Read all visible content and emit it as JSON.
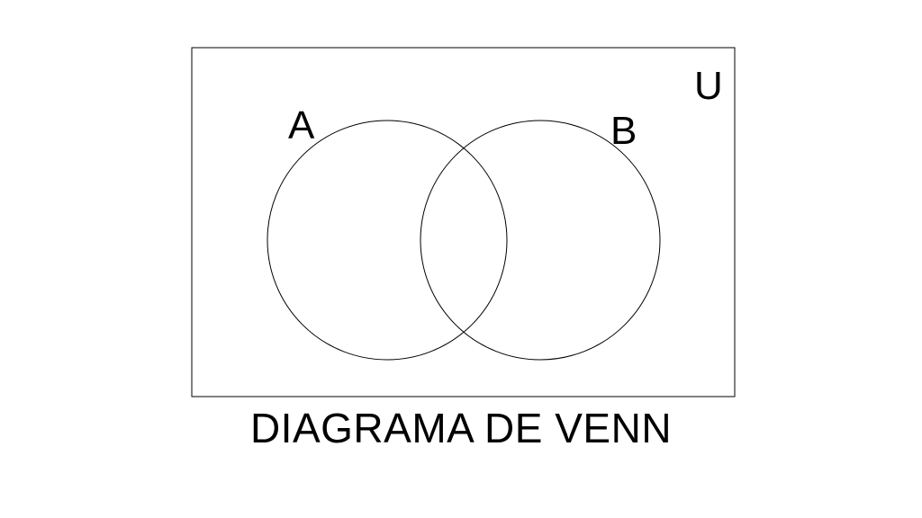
{
  "diagram": {
    "title": "DIAGRAMA DE VENN",
    "universe_label": "U",
    "sets": [
      {
        "label": "A"
      },
      {
        "label": "B"
      }
    ],
    "colors": {
      "stroke": "#000000",
      "background": "#ffffff"
    }
  }
}
